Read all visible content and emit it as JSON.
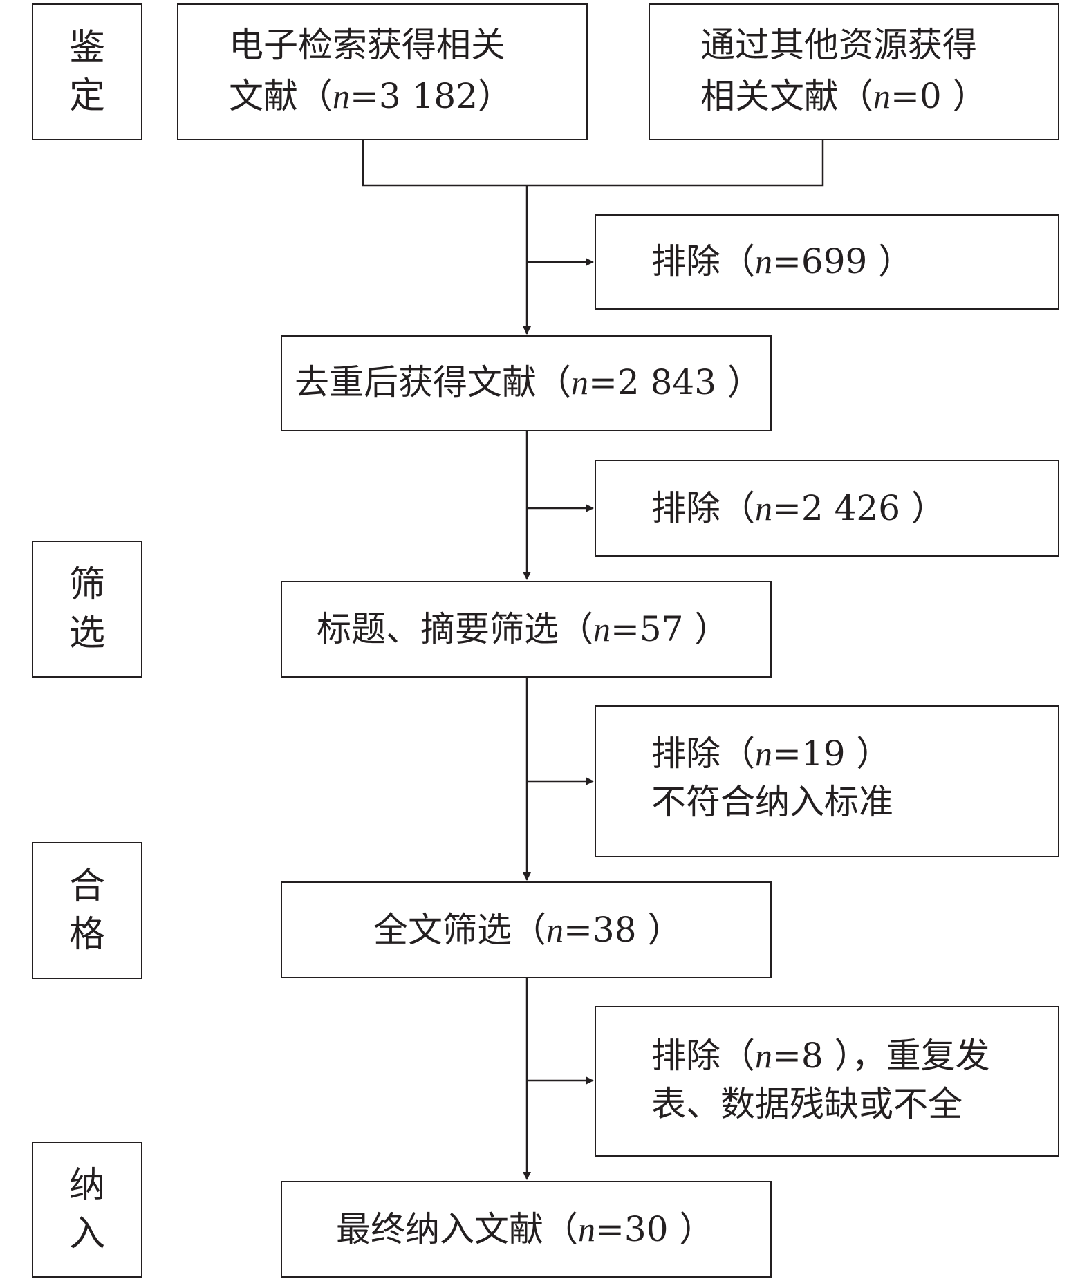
{
  "stages": {
    "identification": [
      "鉴",
      "定"
    ],
    "screening": [
      "筛",
      "选"
    ],
    "eligibility": [
      "合",
      "格"
    ],
    "included": [
      "纳",
      "入"
    ]
  },
  "boxes": {
    "electronic": {
      "line1": "电子检索获得相关",
      "line2_pre": "文献（",
      "n_label": "n",
      "line2_post": "=3 182）"
    },
    "other": {
      "line1": "通过其他资源获得",
      "line2_pre": "相关文献（",
      "n_label": "n",
      "line2_post": "=0 ）"
    },
    "exclude1": {
      "pre": "排除（",
      "n_label": "n",
      "post": "=699 ）"
    },
    "dedup": {
      "pre": "去重后获得文献（",
      "n_label": "n",
      "post": "=2 843 ）"
    },
    "exclude2": {
      "pre": "排除（",
      "n_label": "n",
      "post": "=2 426 ）"
    },
    "title_abstract": {
      "pre": "标题、摘要筛选（",
      "n_label": "n",
      "post": "=57 ）"
    },
    "exclude3": {
      "pre": "排除（",
      "n_label": "n",
      "post": "=19 ）",
      "line2": "不符合纳入标准"
    },
    "fulltext": {
      "pre": "全文筛选（",
      "n_label": "n",
      "post": "=38 ）"
    },
    "exclude4": {
      "pre": "排除（",
      "n_label": "n",
      "post": "=8 ），重复发",
      "line2": "表、数据残缺或不全"
    },
    "final": {
      "pre": "最终纳入文献（",
      "n_label": "n",
      "post": "=30 ）"
    }
  }
}
